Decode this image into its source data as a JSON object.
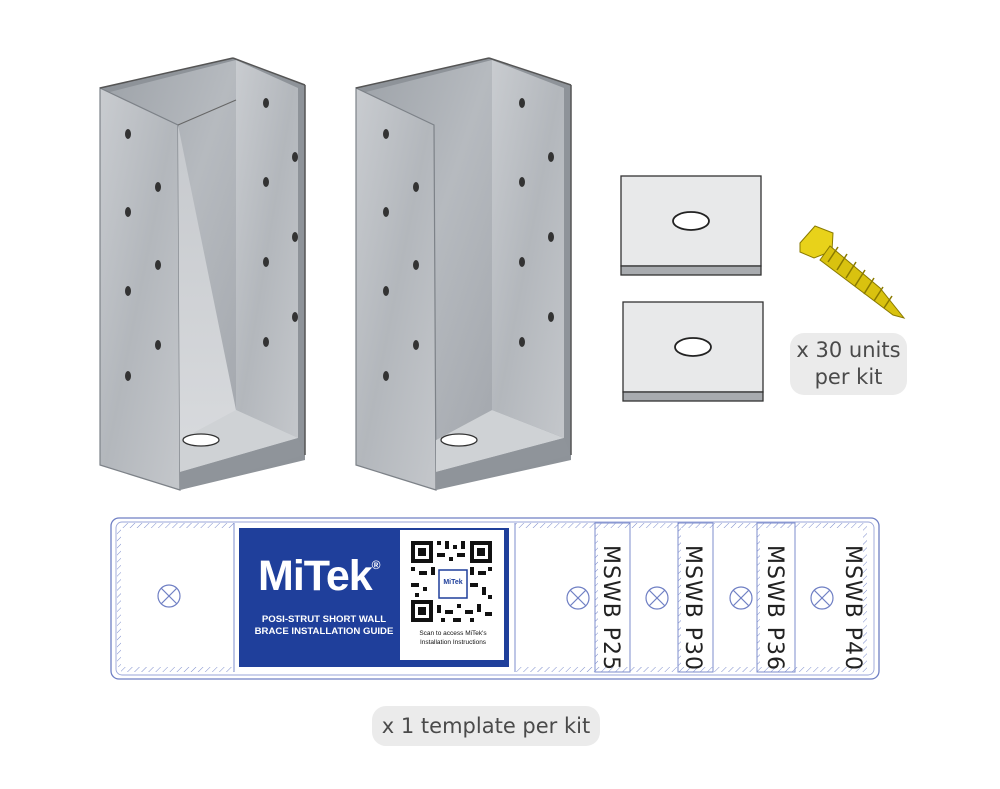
{
  "kit": {
    "screw_caption_line1": "x 30 units",
    "screw_caption_line2": "per kit",
    "template_caption": "x 1 template per kit"
  },
  "template": {
    "brand": "MiTek",
    "brand_mark": "®",
    "guide_line1": "POSI-STRUT SHORT WALL",
    "guide_line2": "BRACE INSTALLATION GUIDE",
    "qr_brand": "MiTek",
    "scan_line1": "Scan to access MiTek's",
    "scan_line2": "Installation Instructions",
    "sizes": [
      "MSWB P25",
      "MSWB P30",
      "MSWB P36",
      "MSWB P40"
    ]
  },
  "colors": {
    "brand_blue": "#1f3f9b",
    "steel": "#b9bcc0",
    "screw_yellow": "#e8d21a"
  }
}
